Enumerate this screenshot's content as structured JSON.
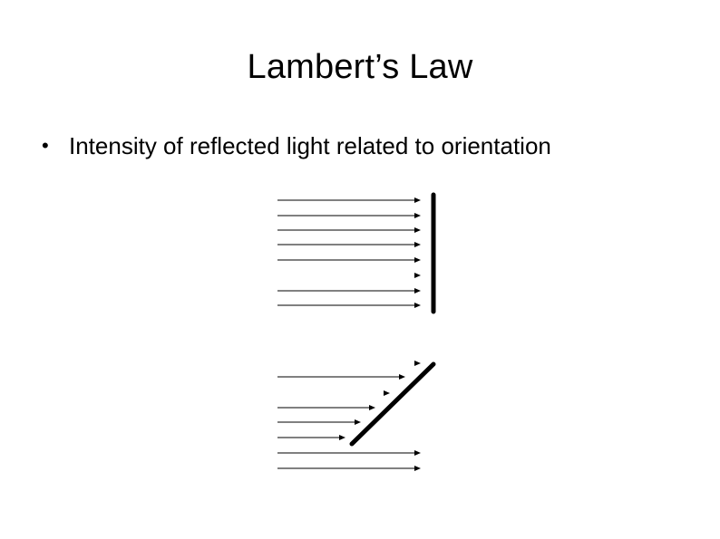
{
  "slide": {
    "title": "Lambert’s Law",
    "bullets": [
      {
        "marker": "•",
        "text": "Intensity of reflected light related to orientation"
      }
    ]
  },
  "diagram": {
    "panels": [
      {
        "surface_orientation": "perpendicular",
        "incoming_ray_count": 8
      },
      {
        "surface_orientation": "diagonal",
        "incoming_ray_count": 8
      }
    ]
  }
}
